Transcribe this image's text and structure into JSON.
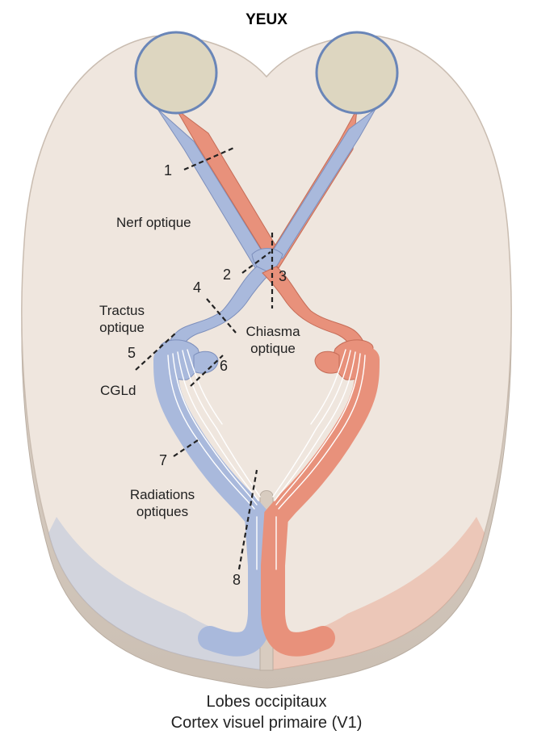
{
  "title": "YEUX",
  "labels": {
    "nerf_optique": "Nerf optique",
    "tractus_optique": "Tractus\noptique",
    "chiasma_optique": "Chiasma\noptique",
    "cgld": "CGLd",
    "radiations_optiques": "Radiations\noptiques"
  },
  "numbers": [
    "1",
    "2",
    "3",
    "4",
    "5",
    "6",
    "7",
    "8"
  ],
  "caption": {
    "line1": "Lobes occipitaux",
    "line2": "Cortex visuel primaire (V1)"
  },
  "colors": {
    "background": "#ffffff",
    "brain": "#efe6de",
    "brain_side": "#d9cdc2",
    "eyeball": "#ddd6c0",
    "blue_pathway": "#a9b9dc",
    "red_pathway": "#e8917b",
    "lesion_line": "#222222"
  }
}
